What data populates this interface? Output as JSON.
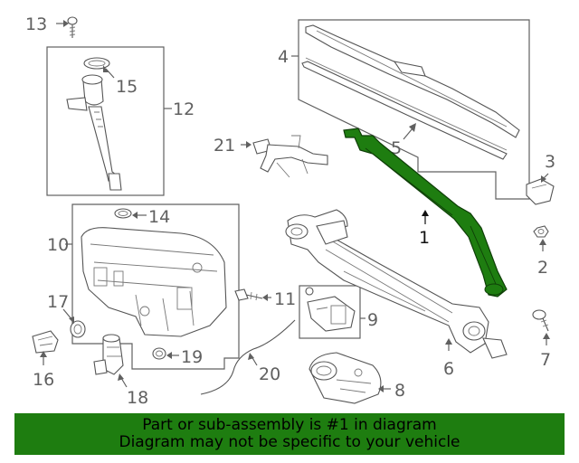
{
  "callouts": [
    "1",
    "2",
    "3",
    "4",
    "5",
    "6",
    "7",
    "8",
    "9",
    "10",
    "11",
    "12",
    "13",
    "14",
    "15",
    "16",
    "17",
    "18",
    "19",
    "20",
    "21"
  ],
  "highlight_color": "#1e7d10",
  "banner": {
    "line1": "Part or sub-assembly is #1 in diagram",
    "line2": "Diagram may not be specific to your vehicle",
    "background": "#1e7d10"
  }
}
